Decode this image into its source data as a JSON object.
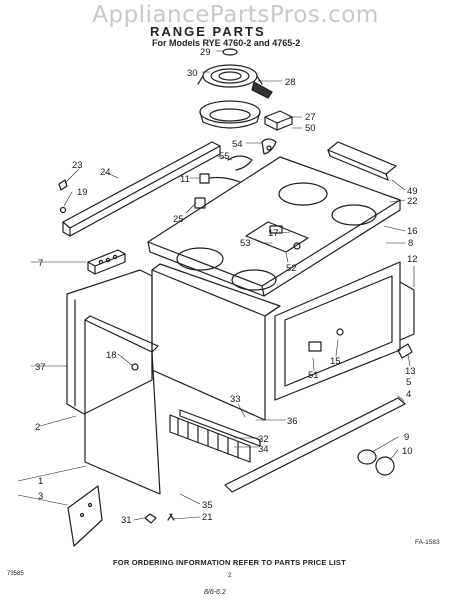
{
  "watermark": "AppliancePartsPros.com",
  "header": {
    "title": "RANGE PARTS",
    "subtitle": "For Models RYE 4760-2 and 4765-2"
  },
  "callouts": [
    {
      "id": "c29",
      "text": "29"
    },
    {
      "id": "c30",
      "text": "30"
    },
    {
      "id": "c28",
      "text": "28"
    },
    {
      "id": "c27",
      "text": "27"
    },
    {
      "id": "c50",
      "text": "50"
    },
    {
      "id": "c54",
      "text": "54"
    },
    {
      "id": "c55",
      "text": "55"
    },
    {
      "id": "c23",
      "text": "23"
    },
    {
      "id": "c24",
      "text": "24"
    },
    {
      "id": "c19",
      "text": "19"
    },
    {
      "id": "c11",
      "text": "11"
    },
    {
      "id": "c25",
      "text": "25"
    },
    {
      "id": "c49",
      "text": "49"
    },
    {
      "id": "c22",
      "text": "22"
    },
    {
      "id": "c16",
      "text": "16"
    },
    {
      "id": "c8",
      "text": "8"
    },
    {
      "id": "c12",
      "text": "12"
    },
    {
      "id": "c53",
      "text": "53"
    },
    {
      "id": "c17",
      "text": "17"
    },
    {
      "id": "c52",
      "text": "52"
    },
    {
      "id": "c7",
      "text": "7"
    },
    {
      "id": "c37",
      "text": "37"
    },
    {
      "id": "c18",
      "text": "18"
    },
    {
      "id": "c51",
      "text": "51"
    },
    {
      "id": "c15",
      "text": "15"
    },
    {
      "id": "c13",
      "text": "13"
    },
    {
      "id": "c5",
      "text": "5"
    },
    {
      "id": "c4",
      "text": "4"
    },
    {
      "id": "c2",
      "text": "2"
    },
    {
      "id": "c33",
      "text": "33"
    },
    {
      "id": "c36",
      "text": "36"
    },
    {
      "id": "c32",
      "text": "32"
    },
    {
      "id": "c34",
      "text": "34"
    },
    {
      "id": "c9",
      "text": "9"
    },
    {
      "id": "c10",
      "text": "10"
    },
    {
      "id": "c1",
      "text": "1"
    },
    {
      "id": "c3",
      "text": "3"
    },
    {
      "id": "c35",
      "text": "35"
    },
    {
      "id": "c21",
      "text": "21"
    },
    {
      "id": "c31",
      "text": "31"
    }
  ],
  "footer": {
    "order_info": "FOR ORDERING INFORMATION REFER TO PARTS PRICE LIST",
    "figure_number": "FA-1583",
    "lit_code": "73585",
    "page_number": "2",
    "handwritten": "8/6-6.2"
  }
}
